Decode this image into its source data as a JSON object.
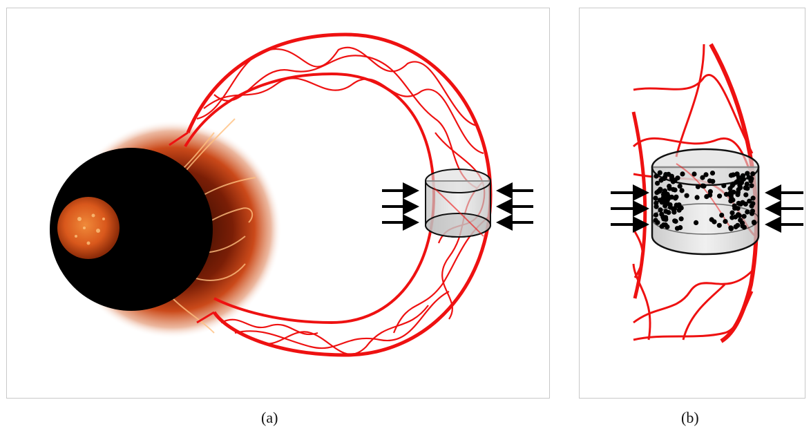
{
  "figure": {
    "panels": [
      {
        "id": "a",
        "caption": "(a)"
      },
      {
        "id": "b",
        "caption": "(b)"
      }
    ]
  },
  "colors": {
    "flux_rope": "#ee1111",
    "sun_surface": "#d9581c",
    "coronagraph_occulter": "#000000",
    "corona_glow": "#c8400e",
    "cylinder_fill": "#d2d2d2",
    "arrow": "#000000",
    "particle": "#000000"
  },
  "icons": [
    "sun-image",
    "flux-rope-loop",
    "cylinder-volume",
    "compression-arrows",
    "plasma-particles"
  ]
}
